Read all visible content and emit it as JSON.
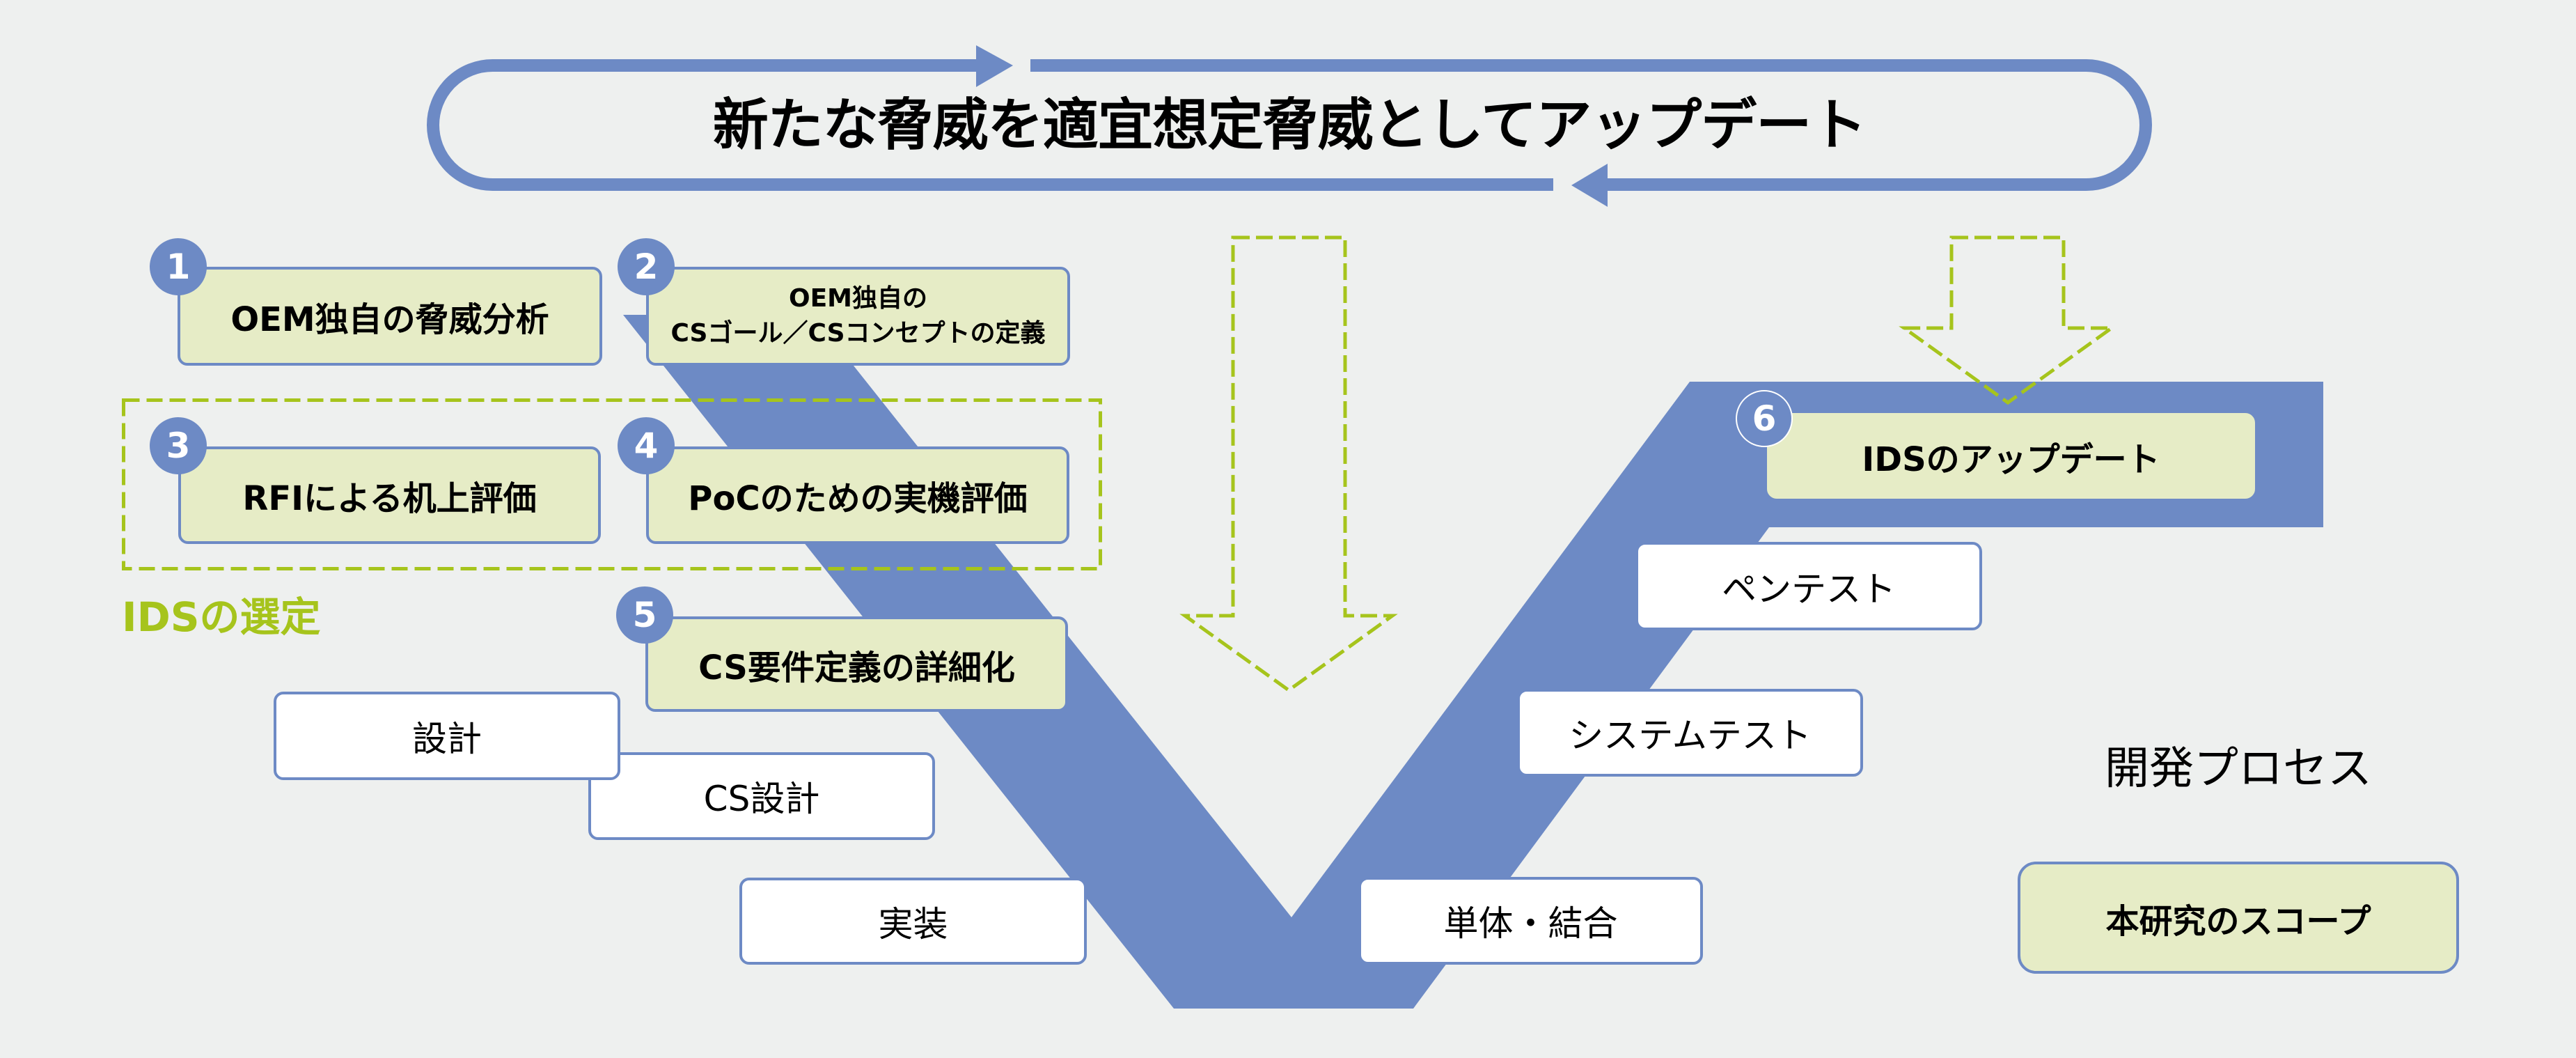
{
  "colors": {
    "background": "#eef0ef",
    "process_band": "#6d8ac5",
    "scope_fill": "#e6ecc6",
    "selection_green": "#a6c41c"
  },
  "update_loop": {
    "title": "新たな脅威を適宜想定脅威としてアップデート"
  },
  "steps": [
    {
      "number": "1",
      "label": "OEM独自の脅威分析"
    },
    {
      "number": "2",
      "label_lines": [
        "OEM独自の",
        "CSゴール／CSコンセプトの定義"
      ]
    },
    {
      "number": "3",
      "label": "RFIによる机上評価"
    },
    {
      "number": "4",
      "label": "PoCのための実機評価"
    },
    {
      "number": "5",
      "label": "CS要件定義の詳細化"
    },
    {
      "number": "6",
      "label": "IDSのアップデート"
    }
  ],
  "ids_selection_group": {
    "label": "IDSの選定"
  },
  "process_boxes": {
    "design": "設計",
    "cs_design": "CS設計",
    "implementation": "実装",
    "unit_integration": "単体・結合",
    "system_test": "システムテスト",
    "pentest": "ペンテスト"
  },
  "legend": {
    "process_label": "開発プロセス",
    "scope_label": "本研究のスコープ"
  }
}
